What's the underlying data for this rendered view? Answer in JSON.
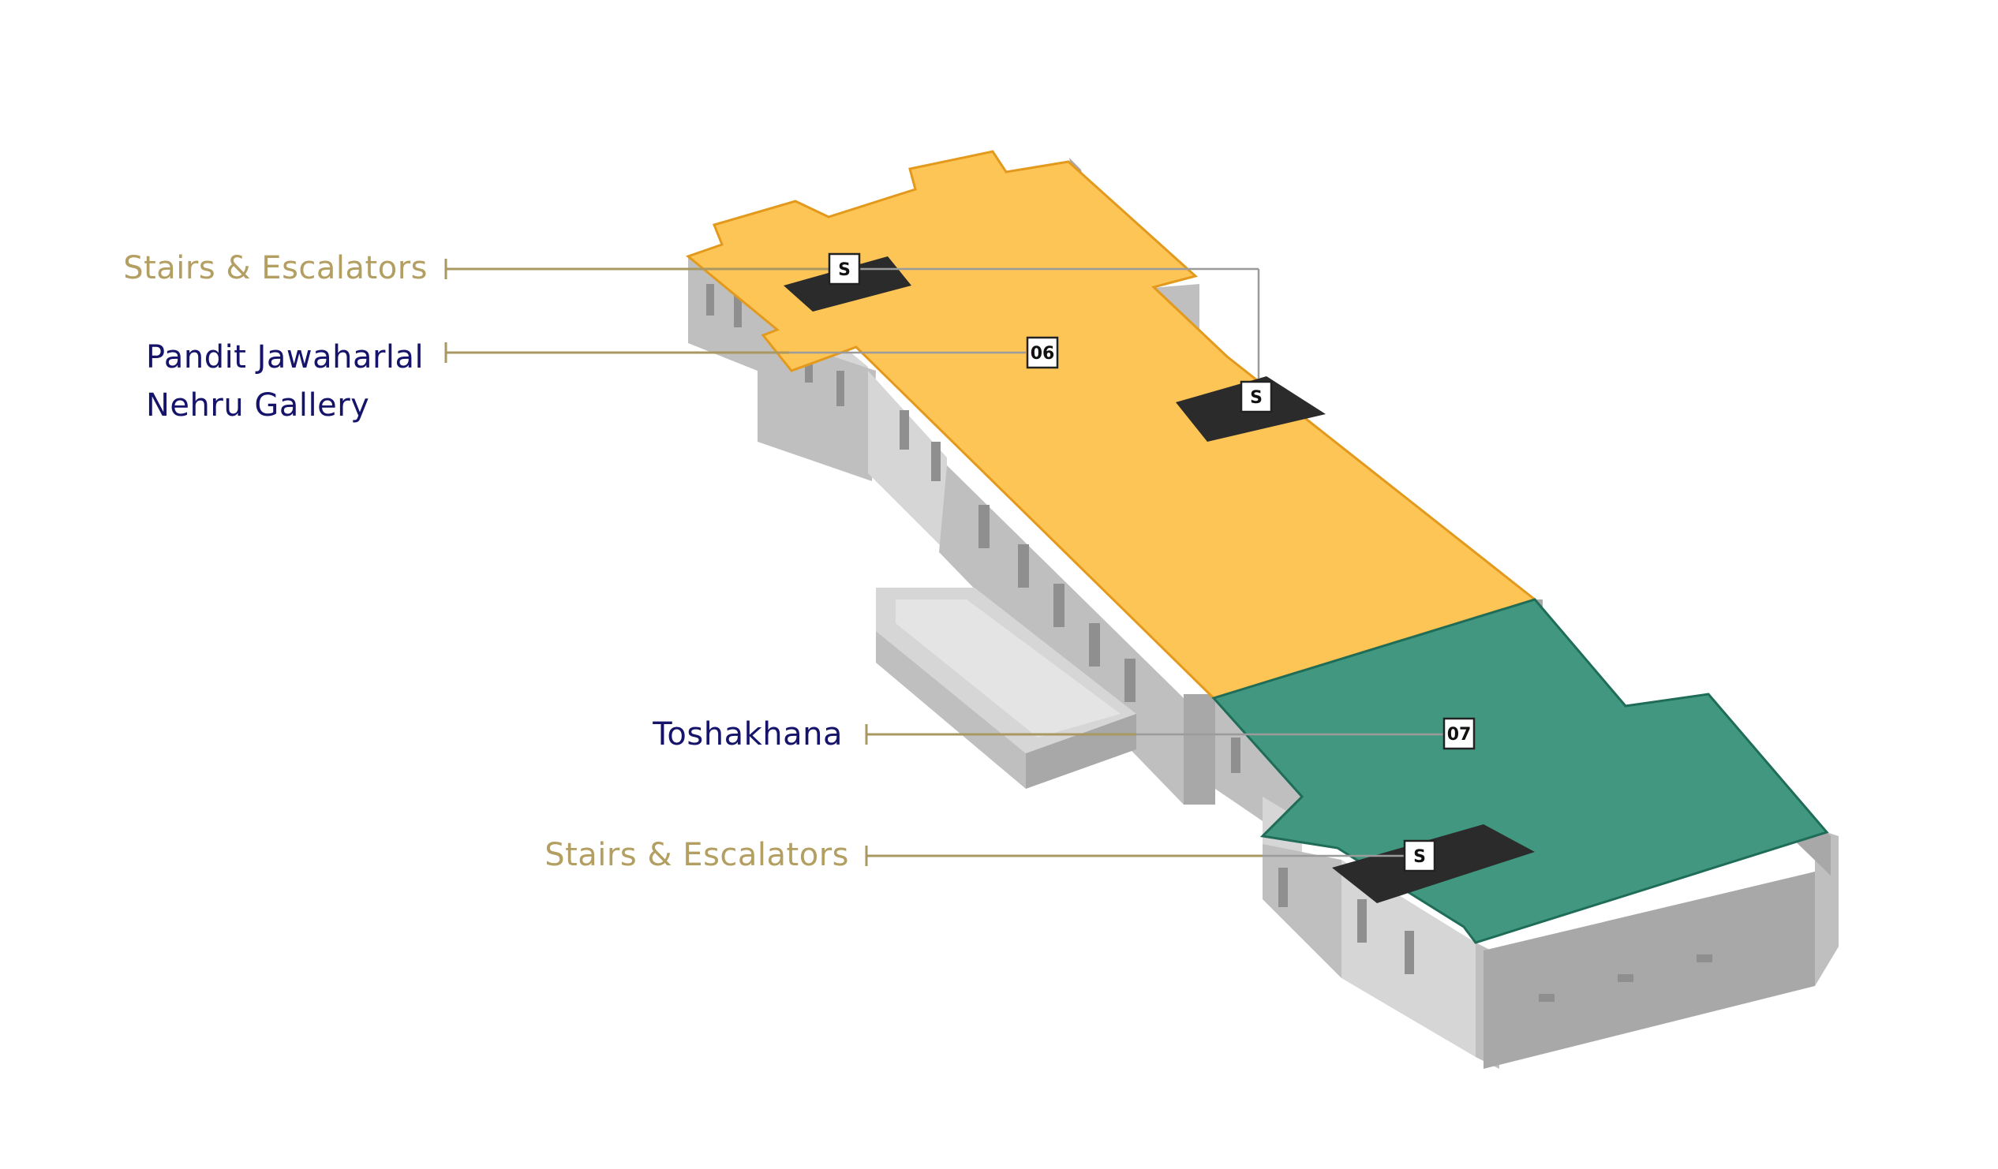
{
  "labels": {
    "stairs_top": "Stairs & Escalators",
    "gallery_line1": "Pandit Jawaharlal",
    "gallery_line2": "Nehru Gallery",
    "toshakhana": "Toshakhana",
    "stairs_bottom": "Stairs & Escalators"
  },
  "markers": {
    "stairs_a": "S",
    "stairs_b": "S",
    "gallery_06": "06",
    "toshakhana_07": "07",
    "stairs_c": "S"
  },
  "colors": {
    "gallery_fill": "#fdc456",
    "gallery_edge": "#e39a1c",
    "toshakhana_fill": "#41977f",
    "toshakhana_edge": "#1f6d58",
    "stairs_block": "#2b2b2b",
    "stairs_label": "#b39f62",
    "gallery_label": "#15146a",
    "walls": "#c4c4c4"
  }
}
